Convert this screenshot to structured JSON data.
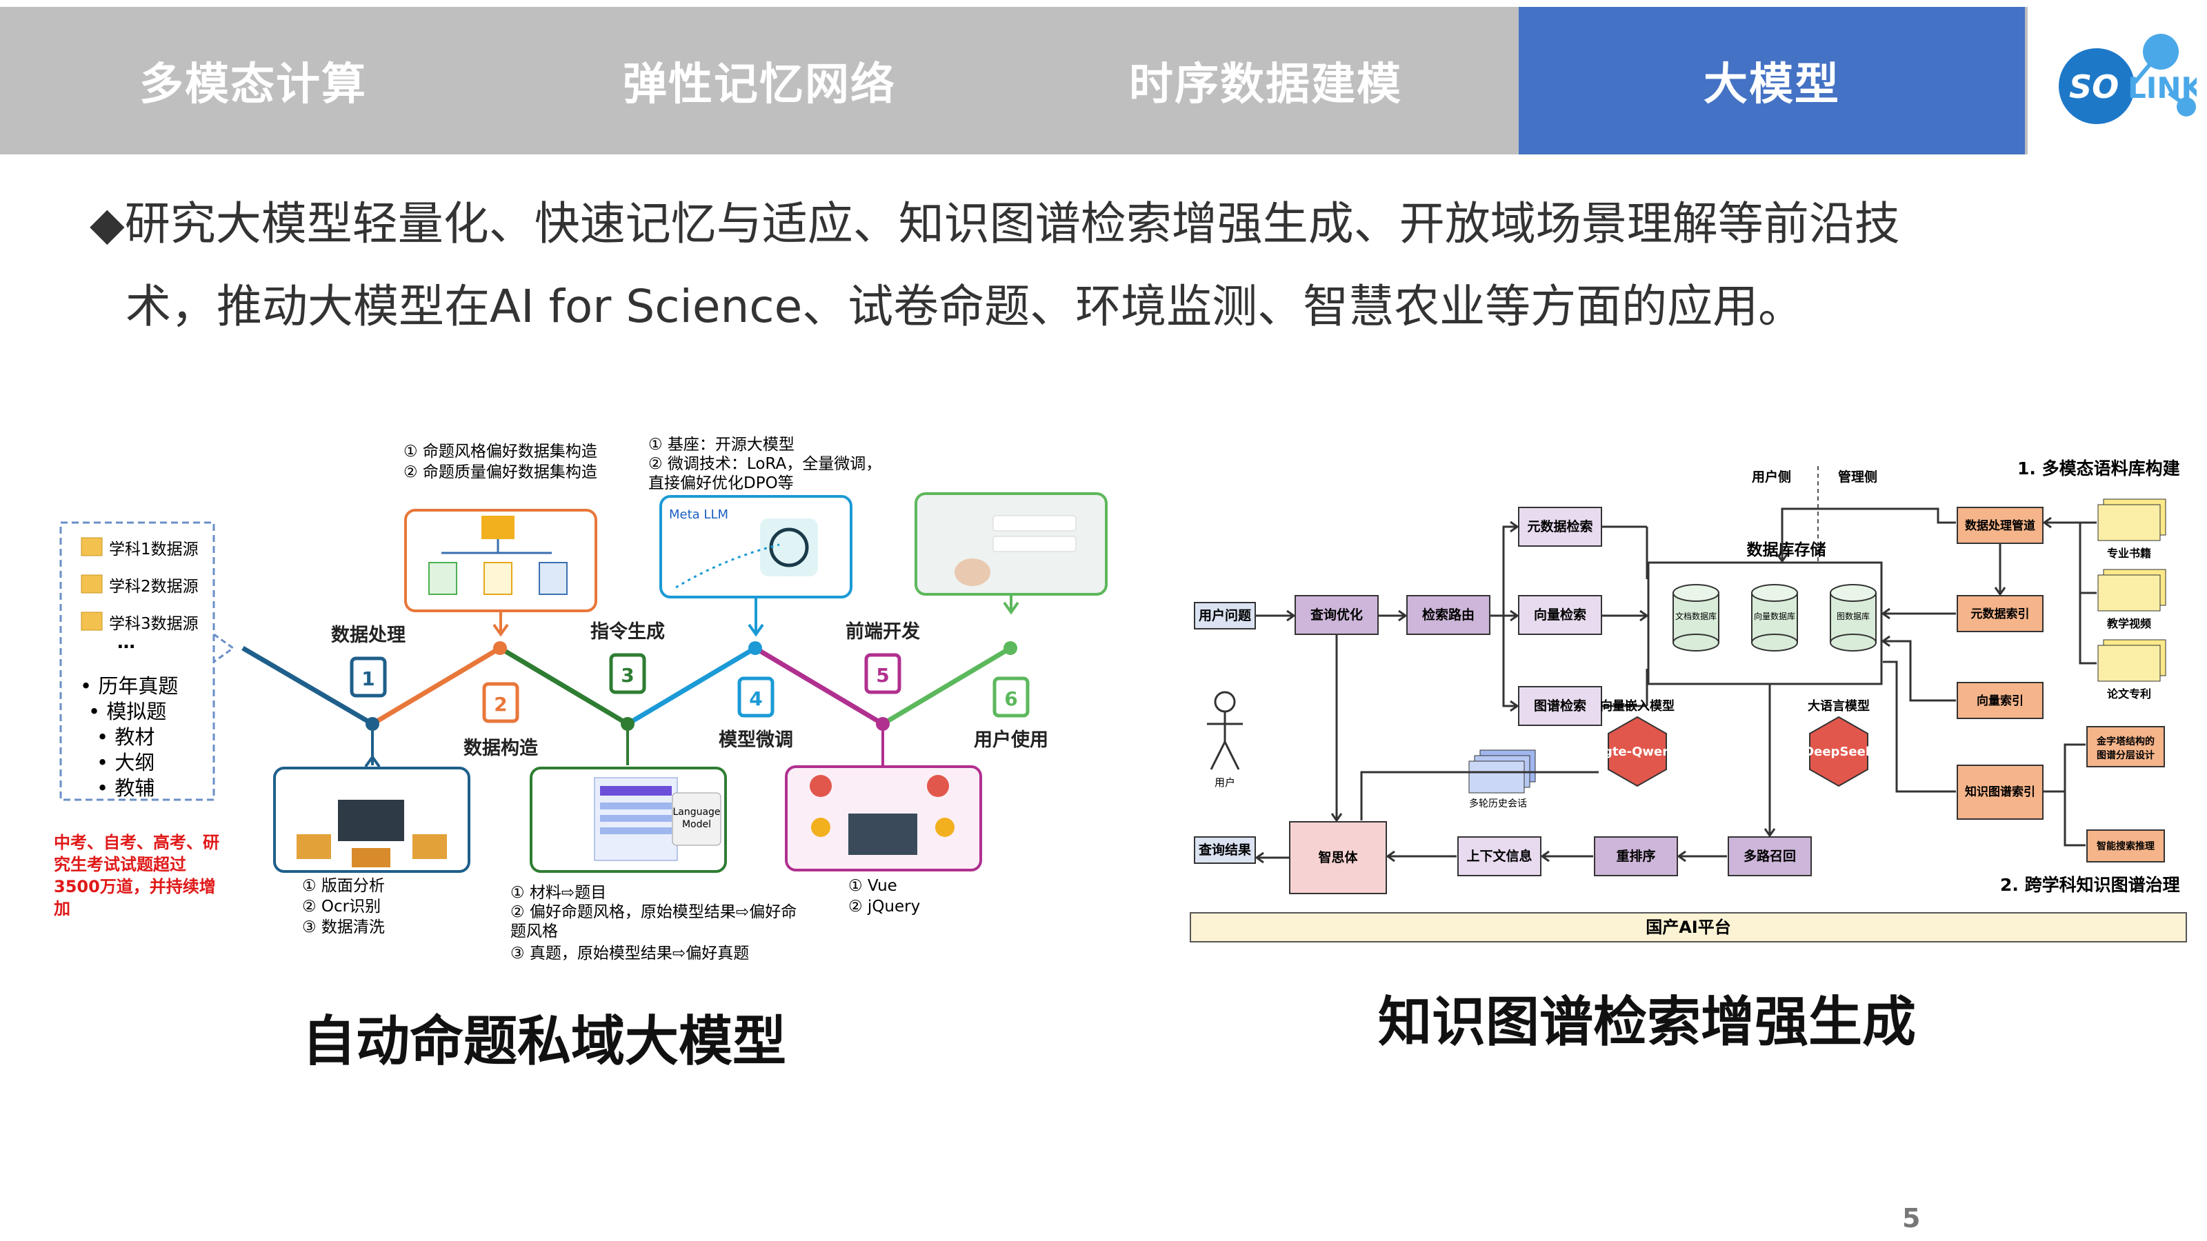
{
  "tabs": [
    {
      "label": "多模态计算"
    },
    {
      "label": "弹性记忆网络"
    },
    {
      "label": "时序数据建模"
    },
    {
      "label": "大模型",
      "active": true
    }
  ],
  "logo": {
    "text_left": "SO",
    "text_right": "LINK"
  },
  "intro": {
    "marker": "◆",
    "line1": "研究大模型轻量化、快速记忆与适应、知识图谱检索增强生成、开放域场景理解等前沿技",
    "line2": "术，推动大模型在AI for Science、试卷命题、环境监测、智慧农业等方面的应用。"
  },
  "left_diagram": {
    "sources": [
      "学科1数据源",
      "学科2数据源",
      "学科3数据源",
      "…"
    ],
    "materials": [
      "• 历年真题",
      "• 模拟题",
      "• 教材",
      "• 大纲",
      "• 教辅"
    ],
    "red_note": [
      "中考、自考、高考、研",
      "究生考试试题超过",
      "3500万道，并持续增",
      "加"
    ],
    "top_notes_1": [
      "①  命题风格偏好数据集构造",
      "②  命题质量偏好数据集构造"
    ],
    "top_notes_2": [
      "① 基座：开源大模型",
      "② 微调技术：LoRA，全量微调，",
      "    直接偏好优化DPO等"
    ],
    "meta_llm": "Meta LLM",
    "steps": [
      {
        "num": "1",
        "label": "数据处理",
        "color": "#1f5f8b"
      },
      {
        "num": "2",
        "label": "数据构造",
        "color": "#e8773a"
      },
      {
        "num": "3",
        "label": "指令生成",
        "color": "#2e7d32"
      },
      {
        "num": "4",
        "label": "模型微调",
        "color": "#1b9ad6"
      },
      {
        "num": "5",
        "label": "前端开发",
        "color": "#b0308f"
      },
      {
        "num": "6",
        "label": "用户使用",
        "color": "#5cb85c"
      }
    ],
    "bottom_notes_1": [
      "①  版面分析",
      "②  Ocr识别",
      "③  数据清洗"
    ],
    "bottom_notes_2": [
      "①   材料⇨题目",
      "②   偏好命题风格，原始模型结果⇨偏好命",
      "      题风格",
      "③   真题，原始模型结果⇨偏好真题"
    ],
    "bottom_notes_3": [
      "①   Vue",
      "②   jQuery"
    ],
    "language_model": "Language Model"
  },
  "right_diagram": {
    "header_user": "用户侧",
    "header_admin": "管理侧",
    "title1": "1. 多模态语料库构建",
    "title2": "2. 跨学科知识图谱治理",
    "platform": "国产AI平台",
    "db_storage": "数据库存储",
    "user_question": "用户问题",
    "query_opt": "查询优化",
    "retrieval_route": "检索路由",
    "meta_retrieval": "元数据检索",
    "vector_retrieval": "向量检索",
    "graph_retrieval": "图谱检索",
    "doc_db": "文档数据库",
    "vec_db": "向量数据库",
    "graph_db": "图数据库",
    "pipeline": "数据处理管道",
    "meta_index": "元数据索引",
    "vector_index": "向量索引",
    "kg_index": "知识图谱索引",
    "books": "专业书籍",
    "videos": "教学视频",
    "patents": "论文专利",
    "pyramid": "金字塔结构的图谱分层设计",
    "smart_reason": "智能搜索推理",
    "embed_model": "向量嵌入模型",
    "embed_name": "gte-Qwen",
    "llm_model": "大语言模型",
    "llm_name": "DeepSeek",
    "history": "多轮历史会话",
    "user": "用户",
    "query_result": "查询结果",
    "agent": "智思体",
    "context": "上下文信息",
    "rerank": "重排序",
    "multi_recall": "多路召回"
  },
  "captions": {
    "left": "自动命题私域大模型",
    "right": "知识图谱检索增强生成"
  },
  "page_number": "5"
}
